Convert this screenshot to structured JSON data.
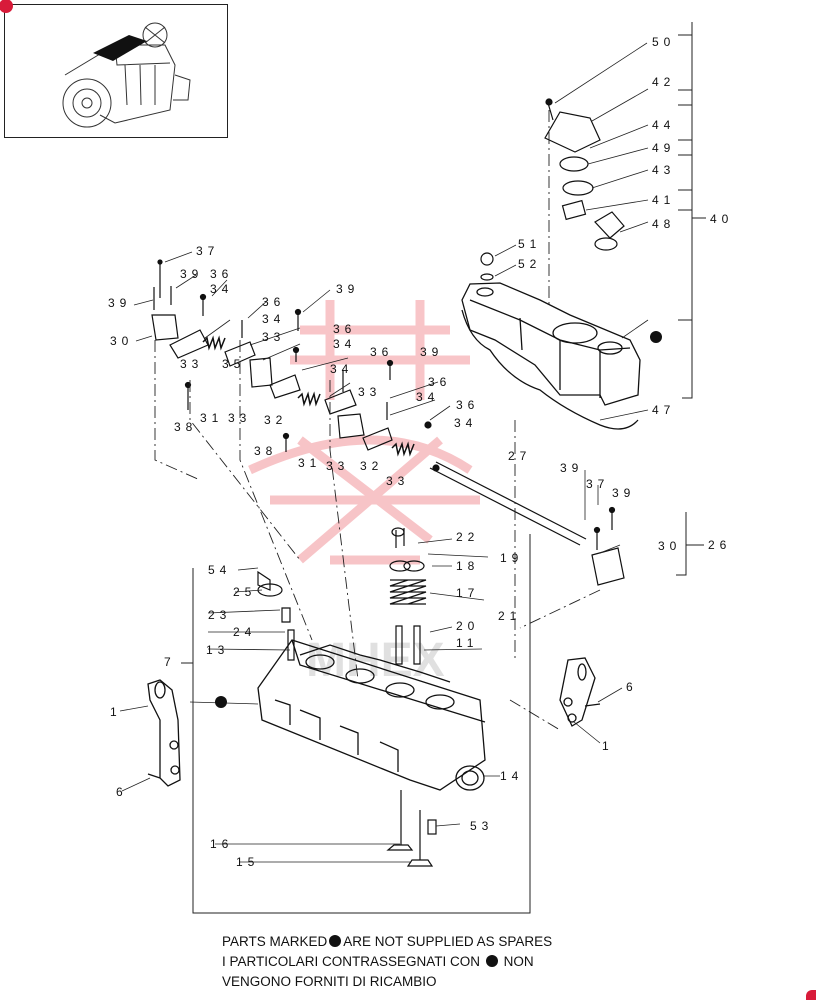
{
  "thumbnail": {
    "icon": "engine-thumbnail-icon",
    "badge_color": "#d81b3a"
  },
  "watermark": {
    "text": "MHEX",
    "color": "#e84a55"
  },
  "labels": {
    "l50": "50",
    "l42": "42",
    "l44": "44",
    "l49": "49",
    "l43": "43",
    "l41": "41",
    "l48": "48",
    "l40": "40",
    "l51": "51",
    "l52": "52",
    "l47": "47",
    "l37a": "37",
    "l39a": "39",
    "l36a": "36",
    "l34a": "34",
    "l39b": "39",
    "l30a": "30",
    "l36b": "36",
    "l39c": "39",
    "l34b": "34",
    "l33a": "33",
    "l36c": "36",
    "l33b": "33",
    "l34c": "34",
    "l35": "35",
    "l36d": "36",
    "l39d": "39",
    "l33c": "33",
    "l34d": "34",
    "l31a": "31",
    "l32a": "32",
    "l36e": "36",
    "l38a": "38",
    "l36f": "36",
    "l34e": "34",
    "l31b": "31",
    "l33d": "33",
    "l32b": "32",
    "l38b": "38",
    "l33e": "33",
    "l27": "27",
    "l39e": "39",
    "l37b": "37",
    "l39f": "39",
    "l26": "26",
    "l30b": "30",
    "l22": "22",
    "l19": "19",
    "l18": "18",
    "l17": "17",
    "l21": "21",
    "l20": "20",
    "l11": "11",
    "l54": "54",
    "l25": "25",
    "l23": "23",
    "l24": "24",
    "l13": "13",
    "l7": "7",
    "l1a": "1",
    "l6a": "6",
    "l6b": "6",
    "l1b": "1",
    "l14": "14",
    "l53": "53",
    "l16": "16",
    "l15": "15"
  },
  "footer": {
    "line1_a": "PARTS MARKED",
    "line1_b": "ARE NOT SUPPLIED AS SPARES",
    "line2_a": "I PARTICOLARI CONTRASSEGNATI CON",
    "line2_b": "NON",
    "line3": "VENGONO FORNITI DI RICAMBIO"
  }
}
